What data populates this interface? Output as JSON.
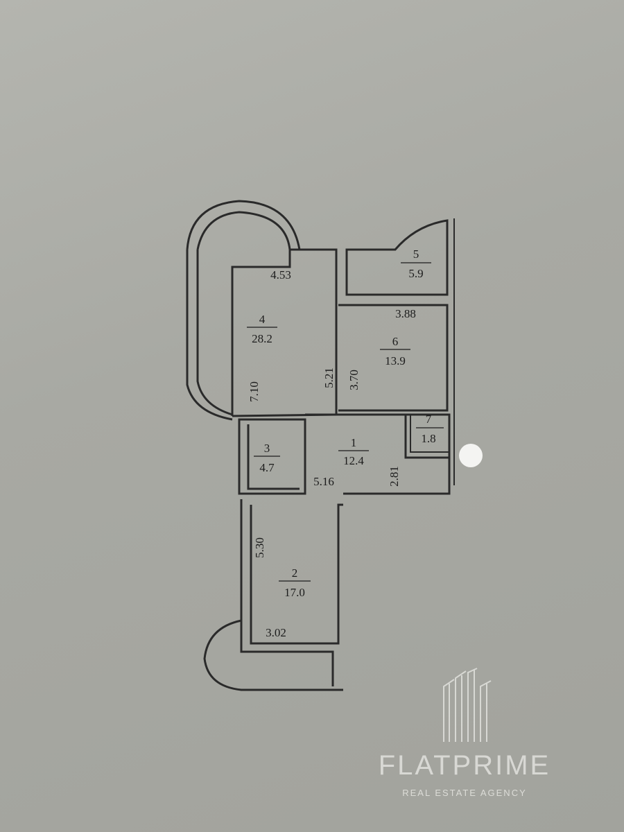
{
  "rooms": [
    {
      "number": "1",
      "area": "12.4"
    },
    {
      "number": "2",
      "area": "17.0"
    },
    {
      "number": "3",
      "area": "4.7"
    },
    {
      "number": "4",
      "area": "28.2"
    },
    {
      "number": "5",
      "area": "5.9"
    },
    {
      "number": "6",
      "area": "13.9"
    },
    {
      "number": "7",
      "area": "1.8"
    }
  ],
  "dimensions": {
    "room4_width": "4.53",
    "room4_height": "7.10",
    "room4_inner": "5.21",
    "room6_width": "3.88",
    "room6_height": "3.70",
    "room1_width": "5.16",
    "room1_height": "2.81",
    "room2_height": "5.30",
    "room2_width": "3.02"
  },
  "watermark": {
    "brand": "FLATPRIME",
    "tagline": "REAL ESTATE AGENCY"
  },
  "colors": {
    "paper": "#a9aaa4",
    "ink": "#2a2a2a",
    "watermark": "#e6e6e2"
  }
}
